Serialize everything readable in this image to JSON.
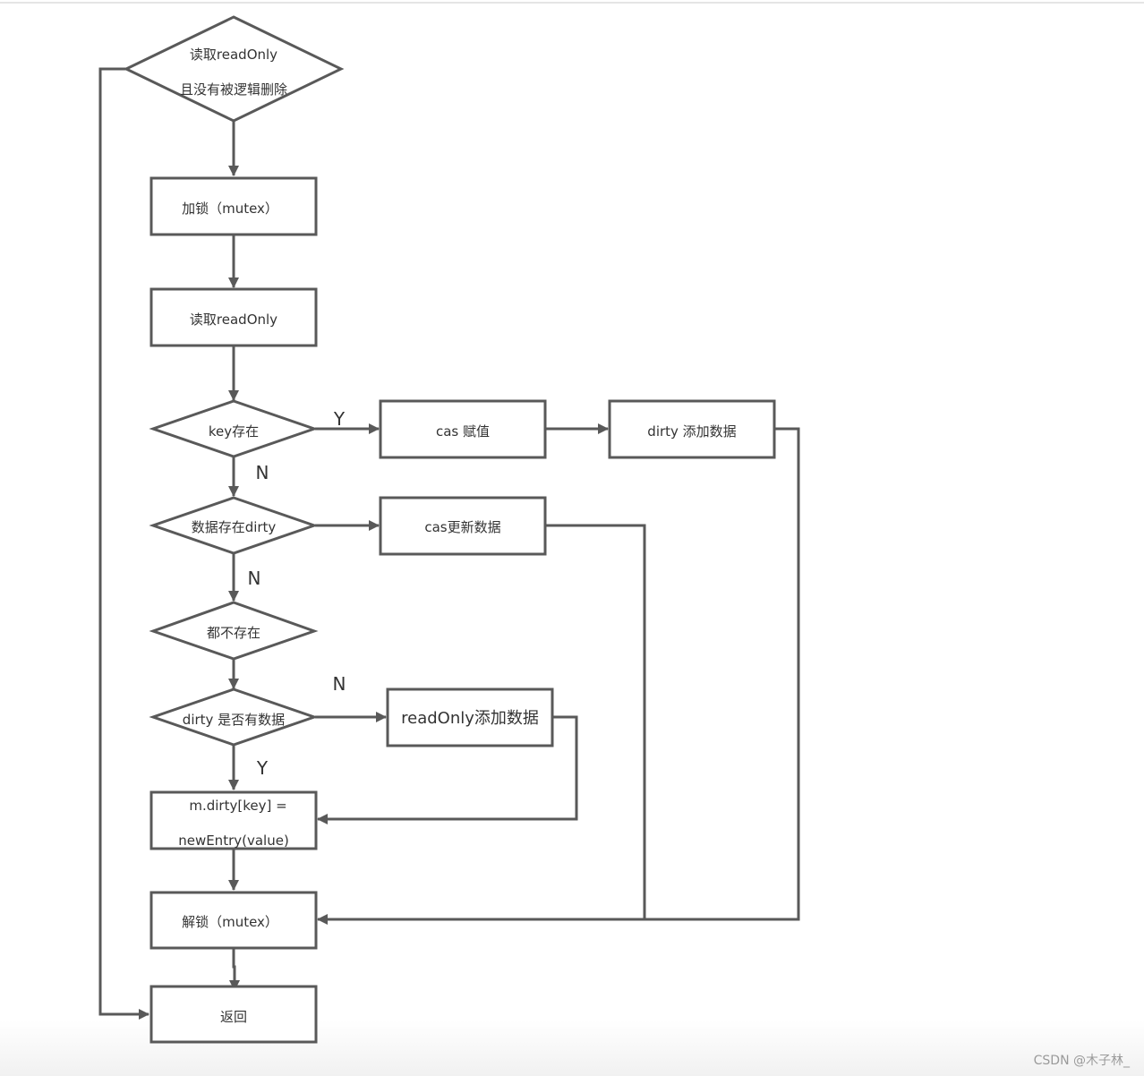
{
  "nodes": {
    "check_readonly_line1": "读取readOnly",
    "check_readonly_line2": "且没有被逻辑删除",
    "lock": "加锁（mutex）",
    "read_readonly": "读取readOnly",
    "key_exists": "key存在",
    "cas_assign": "cas 赋值",
    "dirty_add": "dirty 添加数据",
    "in_dirty": "数据存在dirty",
    "cas_update": "cas更新数据",
    "none_exist": "都不存在",
    "dirty_has_data": "dirty 是否有数据",
    "readonly_add": "readOnly添加数据",
    "assign_line1": "m.dirty[key] =",
    "assign_line2": "newEntry(value)",
    "unlock": "解锁（mutex）",
    "return": "返回"
  },
  "edge_labels": {
    "key_exists_yes": "Y",
    "key_exists_no": "N",
    "in_dirty_no": "N",
    "dirty_has_data_no": "N",
    "dirty_has_data_yes": "Y"
  },
  "watermark": "CSDN @木子林_",
  "colors": {
    "stroke": "#595959",
    "text": "#333333",
    "watermark": "#9a9a9a"
  }
}
